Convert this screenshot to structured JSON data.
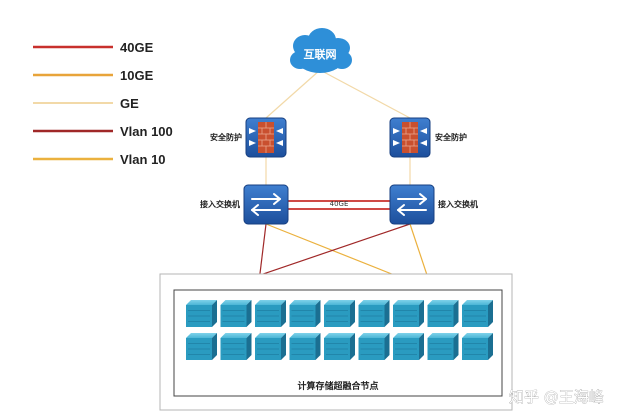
{
  "legend": [
    {
      "label": "40GE",
      "color": "#c8302c"
    },
    {
      "label": "10GE",
      "color": "#e8a43a"
    },
    {
      "label": "GE",
      "color": "#f2d9a8"
    },
    {
      "label": "Vlan 100",
      "color": "#a02828"
    },
    {
      "label": "Vlan 10",
      "color": "#ebb13e"
    }
  ],
  "internet": {
    "label": "互联网",
    "color": "#2e8fd8"
  },
  "firewalls": [
    {
      "label": "安全防护"
    },
    {
      "label": "安全防护"
    }
  ],
  "switches": [
    {
      "label": "接入交换机"
    },
    {
      "label": "接入交换机"
    }
  ],
  "interconnect": {
    "label": "40GE"
  },
  "cluster": {
    "label": "计算存储超融合节点",
    "rows": 2,
    "columns": 9,
    "server_color": "#2a9bc0"
  },
  "watermark": "知乎 @王海峰"
}
